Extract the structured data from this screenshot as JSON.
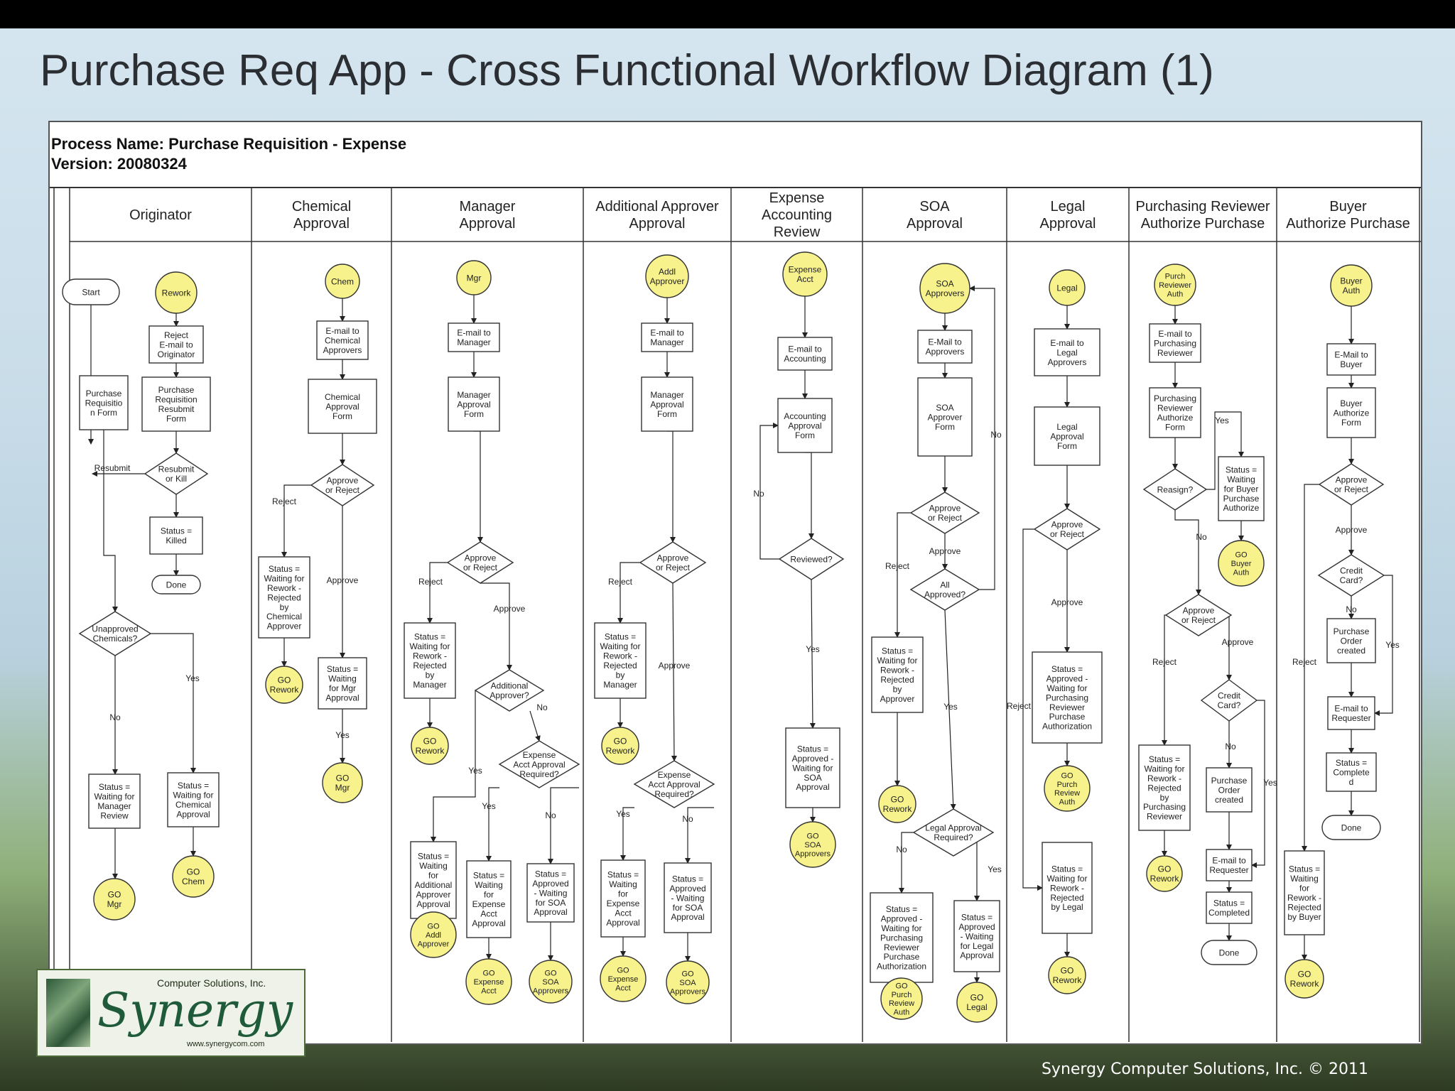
{
  "title": "Purchase Req App - Cross Functional Workflow Diagram (1)",
  "footer": "Synergy Computer Solutions, Inc.  © 2011",
  "logo": {
    "company": "Computer Solutions, Inc.",
    "word": "Synergy",
    "url": "www.synergycom.com"
  },
  "process": {
    "name": "Process Name: Purchase Requisition - Expense",
    "version": "Version: 20080324"
  },
  "lanes": [
    [
      "Originator"
    ],
    [
      "Chemical",
      "Approval"
    ],
    [
      "Manager",
      "Approval"
    ],
    [
      "Additional Approver",
      "Approval"
    ],
    [
      "Expense",
      "Accounting",
      "Review"
    ],
    [
      "SOA",
      "Approval"
    ],
    [
      "Legal",
      "Approval"
    ],
    [
      "Purchasing Reviewer",
      "Authorize Purchase"
    ],
    [
      "Buyer",
      "Authorize Purchase"
    ]
  ],
  "nodes": [
    {
      "id": "o_start",
      "t": "term",
      "l": [
        "Start"
      ]
    },
    {
      "id": "o_rework",
      "t": "conn",
      "l": [
        "Rework"
      ]
    },
    {
      "id": "o_reject",
      "t": "box",
      "l": [
        "Reject",
        "E-mail to",
        "Originator"
      ]
    },
    {
      "id": "o_form",
      "t": "box",
      "l": [
        "Purchase",
        "Requisitio",
        "n Form"
      ]
    },
    {
      "id": "o_resubmit",
      "t": "box",
      "l": [
        "Purchase",
        "Requisition",
        "Resubmit",
        "Form"
      ]
    },
    {
      "id": "o_dec1",
      "t": "dec",
      "l": [
        "Resubmit",
        "or Kill"
      ]
    },
    {
      "id": "o_killed",
      "t": "box",
      "l": [
        "Status =",
        "Killed"
      ]
    },
    {
      "id": "o_done",
      "t": "term",
      "l": [
        "Done"
      ]
    },
    {
      "id": "o_dec2",
      "t": "dec",
      "l": [
        "Unapproved",
        "Chemicals?"
      ]
    },
    {
      "id": "o_wait_mgr",
      "t": "box",
      "l": [
        "Status =",
        "Waiting for",
        "Manager",
        "Review"
      ]
    },
    {
      "id": "o_wait_chem",
      "t": "box",
      "l": [
        "Status =",
        "Waiting for",
        "Chemical",
        "Approval"
      ]
    },
    {
      "id": "o_go_mgr",
      "t": "conn",
      "l": [
        "GO",
        "Mgr"
      ]
    },
    {
      "id": "o_go_chem",
      "t": "conn",
      "l": [
        "GO",
        "Chem"
      ]
    },
    {
      "id": "c_chem",
      "t": "conn",
      "l": [
        "Chem"
      ]
    },
    {
      "id": "c_email",
      "t": "box",
      "l": [
        "E-mail to",
        "Chemical",
        "Approvers"
      ]
    },
    {
      "id": "c_form",
      "t": "box",
      "l": [
        "Chemical",
        "Approval",
        "Form"
      ]
    },
    {
      "id": "c_dec",
      "t": "dec",
      "l": [
        "Approve",
        "or Reject"
      ]
    },
    {
      "id": "c_rework",
      "t": "box",
      "l": [
        "Status =",
        "Waiting for",
        "Rework -",
        "Rejected",
        "by",
        "Chemical",
        "Approver"
      ]
    },
    {
      "id": "c_go_rework",
      "t": "conn",
      "l": [
        "GO",
        "Rework"
      ]
    },
    {
      "id": "c_wait",
      "t": "box",
      "l": [
        "Status =",
        "Waiting",
        "for Mgr",
        "Approval"
      ]
    },
    {
      "id": "c_go_mgr",
      "t": "conn",
      "l": [
        "GO",
        "Mgr"
      ]
    },
    {
      "id": "m_mgr",
      "t": "conn",
      "l": [
        "Mgr"
      ]
    },
    {
      "id": "m_email",
      "t": "box",
      "l": [
        "E-mail to",
        "Manager"
      ]
    },
    {
      "id": "m_form",
      "t": "box",
      "l": [
        "Manager",
        "Approval",
        "Form"
      ]
    },
    {
      "id": "m_dec",
      "t": "dec",
      "l": [
        "Approve",
        "or Reject"
      ]
    },
    {
      "id": "m_rework",
      "t": "box",
      "l": [
        "Status =",
        "Waiting for",
        "Rework -",
        "Rejected",
        "by",
        "Manager"
      ]
    },
    {
      "id": "m_go_rework",
      "t": "conn",
      "l": [
        "GO",
        "Rework"
      ]
    },
    {
      "id": "m_dec2",
      "t": "dec",
      "l": [
        "Additional",
        "Approver?"
      ]
    },
    {
      "id": "m_dec3",
      "t": "dec",
      "l": [
        "Expense",
        "Acct Approval",
        "Required?"
      ]
    },
    {
      "id": "m_wait_add",
      "t": "box",
      "l": [
        "Status =",
        "Waiting",
        "for",
        "Additional",
        "Approver",
        "Approval"
      ]
    },
    {
      "id": "m_go_add",
      "t": "conn",
      "l": [
        "GO",
        "Addl",
        "Approver"
      ]
    },
    {
      "id": "m_wait_exp",
      "t": "box",
      "l": [
        "Status =",
        "Waiting",
        "for",
        "Expense",
        "Acct",
        "Approval"
      ]
    },
    {
      "id": "m_go_exp",
      "t": "conn",
      "l": [
        "GO",
        "Expense",
        "Acct"
      ]
    },
    {
      "id": "m_wait_soa",
      "t": "box",
      "l": [
        "Status =",
        "Approved",
        "- Waiting",
        "for SOA",
        "Approval"
      ]
    },
    {
      "id": "m_go_soa",
      "t": "conn",
      "l": [
        "GO",
        "SOA",
        "Approvers"
      ]
    },
    {
      "id": "a_addl",
      "t": "conn",
      "l": [
        "Addl",
        "Approver"
      ]
    },
    {
      "id": "a_email",
      "t": "box",
      "l": [
        "E-mail to",
        "Manager"
      ]
    },
    {
      "id": "a_form",
      "t": "box",
      "l": [
        "Manager",
        "Approval",
        "Form"
      ]
    },
    {
      "id": "a_dec",
      "t": "dec",
      "l": [
        "Approve",
        "or Reject"
      ]
    },
    {
      "id": "a_rework",
      "t": "box",
      "l": [
        "Status =",
        "Waiting for",
        "Rework -",
        "Rejected",
        "by",
        "Manager"
      ]
    },
    {
      "id": "a_go_rework",
      "t": "conn",
      "l": [
        "GO",
        "Rework"
      ]
    },
    {
      "id": "a_dec2",
      "t": "dec",
      "l": [
        "Expense",
        "Acct Approval",
        "Required?"
      ]
    },
    {
      "id": "a_wait_exp",
      "t": "box",
      "l": [
        "Status =",
        "Waiting",
        "for",
        "Expense",
        "Acct",
        "Approval"
      ]
    },
    {
      "id": "a_go_exp",
      "t": "conn",
      "l": [
        "GO",
        "Expense",
        "Acct"
      ]
    },
    {
      "id": "a_wait_soa",
      "t": "box",
      "l": [
        "Status =",
        "Approved",
        "- Waiting",
        "for SOA",
        "Approval"
      ]
    },
    {
      "id": "a_go_soa",
      "t": "conn",
      "l": [
        "GO",
        "SOA",
        "Approvers"
      ]
    },
    {
      "id": "e_acct",
      "t": "conn",
      "l": [
        "Expense",
        "Acct"
      ]
    },
    {
      "id": "e_email",
      "t": "box",
      "l": [
        "E-mail to",
        "Accounting"
      ]
    },
    {
      "id": "e_form",
      "t": "box",
      "l": [
        "Accounting",
        "Approval",
        "Form"
      ]
    },
    {
      "id": "e_dec",
      "t": "dec",
      "l": [
        "Reviewed?"
      ]
    },
    {
      "id": "e_wait",
      "t": "box",
      "l": [
        "Status =",
        "Approved -",
        "Waiting for",
        "SOA",
        "Approval"
      ]
    },
    {
      "id": "e_go_soa",
      "t": "conn",
      "l": [
        "GO",
        "SOA",
        "Approvers"
      ]
    },
    {
      "id": "s_soa",
      "t": "conn",
      "l": [
        "SOA",
        "Approvers"
      ]
    },
    {
      "id": "s_email",
      "t": "box",
      "l": [
        "E-Mail to",
        "Approvers"
      ]
    },
    {
      "id": "s_form",
      "t": "box",
      "l": [
        "SOA",
        "Approver",
        "Form"
      ]
    },
    {
      "id": "s_dec",
      "t": "dec",
      "l": [
        "Approve",
        "or Reject"
      ]
    },
    {
      "id": "s_dec2",
      "t": "dec",
      "l": [
        "All",
        "Approved?"
      ]
    },
    {
      "id": "s_rework",
      "t": "box",
      "l": [
        "Status =",
        "Waiting for",
        "Rework -",
        "Rejected",
        "by",
        "Approver"
      ]
    },
    {
      "id": "s_go_rework",
      "t": "conn",
      "l": [
        "GO",
        "Rework"
      ]
    },
    {
      "id": "s_dec3",
      "t": "dec",
      "l": [
        "Legal Approval",
        "Required?"
      ]
    },
    {
      "id": "s_wait_purch",
      "t": "box",
      "l": [
        "Status =",
        "Approved -",
        "Waiting for",
        "Purchasing",
        "Reviewer",
        "Purchase",
        "Authorization"
      ]
    },
    {
      "id": "s_go_purch",
      "t": "conn",
      "l": [
        "GO",
        "Purch",
        "Review",
        "Auth"
      ]
    },
    {
      "id": "s_wait_legal",
      "t": "box",
      "l": [
        "Status =",
        "Approved",
        "- Waiting",
        "for Legal",
        "Approval"
      ]
    },
    {
      "id": "s_go_legal",
      "t": "conn",
      "l": [
        "GO",
        "Legal"
      ]
    },
    {
      "id": "l_legal",
      "t": "conn",
      "l": [
        "Legal"
      ]
    },
    {
      "id": "l_email",
      "t": "box",
      "l": [
        "E-mail to",
        "Legal",
        "Approvers"
      ]
    },
    {
      "id": "l_form",
      "t": "box",
      "l": [
        "Legal",
        "Approval",
        "Form"
      ]
    },
    {
      "id": "l_dec",
      "t": "dec",
      "l": [
        "Approve",
        "or Reject"
      ]
    },
    {
      "id": "l_wait",
      "t": "box",
      "l": [
        "Status =",
        "Approved -",
        "Waiting for",
        "Purchasing",
        "Reviewer",
        "Purchase",
        "Authorization"
      ]
    },
    {
      "id": "l_go_purch",
      "t": "conn",
      "l": [
        "GO",
        "Purch",
        "Review",
        "Auth"
      ]
    },
    {
      "id": "l_rework",
      "t": "box",
      "l": [
        "Status =",
        "Waiting for",
        "Rework -",
        "Rejected",
        "by Legal"
      ]
    },
    {
      "id": "l_go_rework",
      "t": "conn",
      "l": [
        "GO",
        "Rework"
      ]
    },
    {
      "id": "p_auth",
      "t": "conn",
      "l": [
        "Purch",
        "Reviewer",
        "Auth"
      ]
    },
    {
      "id": "p_email",
      "t": "box",
      "l": [
        "E-mail to",
        "Purchasing",
        "Reviewer"
      ]
    },
    {
      "id": "p_form",
      "t": "box",
      "l": [
        "Purchasing",
        "Reviewer",
        "Authorize",
        "Form"
      ]
    },
    {
      "id": "p_dec_reassign",
      "t": "dec",
      "l": [
        "Reasign?"
      ]
    },
    {
      "id": "p_wait_buyer",
      "t": "box",
      "l": [
        "Status =",
        "Waiting",
        "for Buyer",
        "Purchase",
        "Authorize"
      ]
    },
    {
      "id": "p_go_buyer",
      "t": "conn",
      "l": [
        "GO",
        "Buyer",
        "Auth"
      ]
    },
    {
      "id": "p_dec",
      "t": "dec",
      "l": [
        "Approve",
        "or Reject"
      ]
    },
    {
      "id": "p_rework",
      "t": "box",
      "l": [
        "Status =",
        "Waiting for",
        "Rework -",
        "Rejected",
        "by",
        "Purchasing",
        "Reviewer"
      ]
    },
    {
      "id": "p_go_rework",
      "t": "conn",
      "l": [
        "GO",
        "Rework"
      ]
    },
    {
      "id": "p_dec_cc",
      "t": "dec",
      "l": [
        "Credit",
        "Card?"
      ]
    },
    {
      "id": "p_po",
      "t": "box",
      "l": [
        "Purchase",
        "Order",
        "created"
      ]
    },
    {
      "id": "p_email_req",
      "t": "box",
      "l": [
        "E-mail to",
        "Requester"
      ]
    },
    {
      "id": "p_completed",
      "t": "box",
      "l": [
        "Status =",
        "Completed"
      ]
    },
    {
      "id": "p_done",
      "t": "term",
      "l": [
        "Done"
      ]
    },
    {
      "id": "b_auth",
      "t": "conn",
      "l": [
        "Buyer",
        "Auth"
      ]
    },
    {
      "id": "b_email",
      "t": "box",
      "l": [
        "E-Mail to",
        "Buyer"
      ]
    },
    {
      "id": "b_form",
      "t": "box",
      "l": [
        "Buyer",
        "Authorize",
        "Form"
      ]
    },
    {
      "id": "b_dec",
      "t": "dec",
      "l": [
        "Approve",
        "or Reject"
      ]
    },
    {
      "id": "b_dec_cc",
      "t": "dec",
      "l": [
        "Credit",
        "Card?"
      ]
    },
    {
      "id": "b_po",
      "t": "box",
      "l": [
        "Purchase",
        "Order",
        "created"
      ]
    },
    {
      "id": "b_email_req",
      "t": "box",
      "l": [
        "E-mail to",
        "Requester"
      ]
    },
    {
      "id": "b_complete",
      "t": "box",
      "l": [
        "Status =",
        "Complete",
        "d"
      ]
    },
    {
      "id": "b_done",
      "t": "term",
      "l": [
        "Done"
      ]
    },
    {
      "id": "b_rework",
      "t": "box",
      "l": [
        "Status =",
        "Waiting",
        "for",
        "Rework -",
        "Rejected",
        "by Buyer"
      ]
    },
    {
      "id": "b_go_rework",
      "t": "conn",
      "l": [
        "GO",
        "Rework"
      ]
    }
  ],
  "edge_labels": [
    {
      "id": "lbl_resubmit",
      "text": "Resubmit"
    },
    {
      "id": "lbl_o_no",
      "text": "No"
    },
    {
      "id": "lbl_o_yes",
      "text": "Yes"
    },
    {
      "id": "lbl_c_reject",
      "text": "Reject"
    },
    {
      "id": "lbl_c_approve",
      "text": "Approve"
    },
    {
      "id": "lbl_c_yes",
      "text": "Yes"
    },
    {
      "id": "lbl_m_reject",
      "text": "Reject"
    },
    {
      "id": "lbl_m_approve",
      "text": "Approve"
    },
    {
      "id": "lbl_m_no1",
      "text": "No"
    },
    {
      "id": "lbl_m_yes1",
      "text": "Yes"
    },
    {
      "id": "lbl_m_yes2",
      "text": "Yes"
    },
    {
      "id": "lbl_m_no2",
      "text": "No"
    },
    {
      "id": "lbl_a_reject",
      "text": "Reject"
    },
    {
      "id": "lbl_a_approve",
      "text": "Approve"
    },
    {
      "id": "lbl_a_yes",
      "text": "Yes"
    },
    {
      "id": "lbl_a_no",
      "text": "No"
    },
    {
      "id": "lbl_e_no",
      "text": "No"
    },
    {
      "id": "lbl_e_yes",
      "text": "Yes"
    },
    {
      "id": "lbl_s_reject",
      "text": "Reject"
    },
    {
      "id": "lbl_s_approve",
      "text": "Approve"
    },
    {
      "id": "lbl_s_no1",
      "text": "No"
    },
    {
      "id": "lbl_s_yes1",
      "text": "Yes"
    },
    {
      "id": "lbl_s_no2",
      "text": "No"
    },
    {
      "id": "lbl_s_yes2",
      "text": "Yes"
    },
    {
      "id": "lbl_l_approve",
      "text": "Approve"
    },
    {
      "id": "lbl_l_reject",
      "text": "Reject"
    },
    {
      "id": "lbl_p_yes1",
      "text": "Yes"
    },
    {
      "id": "lbl_p_no1",
      "text": "No"
    },
    {
      "id": "lbl_p_reject",
      "text": "Reject"
    },
    {
      "id": "lbl_p_approve",
      "text": "Approve"
    },
    {
      "id": "lbl_p_no2",
      "text": "No"
    },
    {
      "id": "lbl_p_yes2",
      "text": "Yes"
    },
    {
      "id": "lbl_b_approve",
      "text": "Approve"
    },
    {
      "id": "lbl_b_no",
      "text": "No"
    },
    {
      "id": "lbl_b_yes",
      "text": "Yes"
    },
    {
      "id": "lbl_b_reject",
      "text": "Reject"
    }
  ]
}
